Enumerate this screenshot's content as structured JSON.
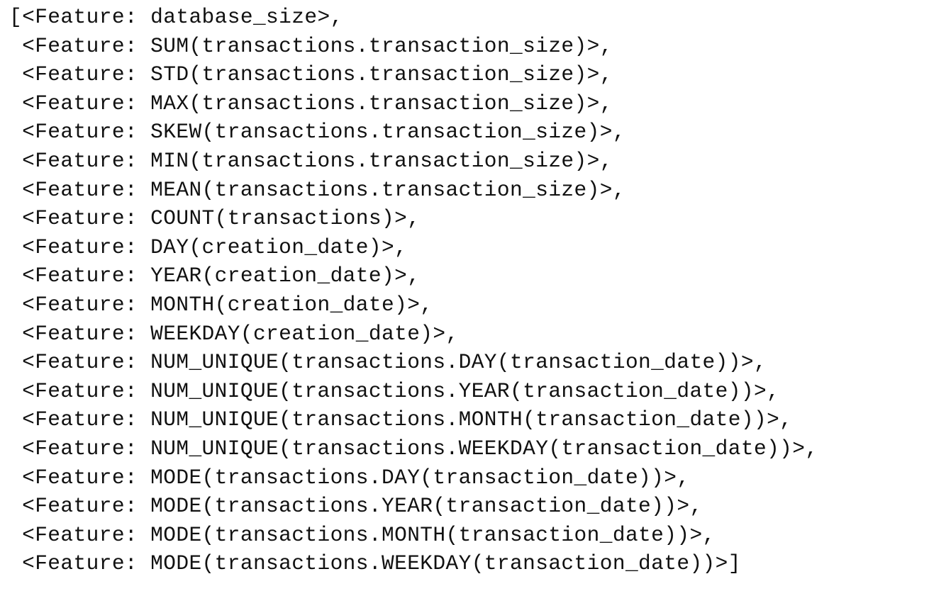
{
  "output": {
    "lines": [
      "[<Feature: database_size>,",
      " <Feature: SUM(transactions.transaction_size)>,",
      " <Feature: STD(transactions.transaction_size)>,",
      " <Feature: MAX(transactions.transaction_size)>,",
      " <Feature: SKEW(transactions.transaction_size)>,",
      " <Feature: MIN(transactions.transaction_size)>,",
      " <Feature: MEAN(transactions.transaction_size)>,",
      " <Feature: COUNT(transactions)>,",
      " <Feature: DAY(creation_date)>,",
      " <Feature: YEAR(creation_date)>,",
      " <Feature: MONTH(creation_date)>,",
      " <Feature: WEEKDAY(creation_date)>,",
      " <Feature: NUM_UNIQUE(transactions.DAY(transaction_date))>,",
      " <Feature: NUM_UNIQUE(transactions.YEAR(transaction_date))>,",
      " <Feature: NUM_UNIQUE(transactions.MONTH(transaction_date))>,",
      " <Feature: NUM_UNIQUE(transactions.WEEKDAY(transaction_date))>,",
      " <Feature: MODE(transactions.DAY(transaction_date))>,",
      " <Feature: MODE(transactions.YEAR(transaction_date))>,",
      " <Feature: MODE(transactions.MONTH(transaction_date))>,",
      " <Feature: MODE(transactions.WEEKDAY(transaction_date))>]"
    ]
  }
}
